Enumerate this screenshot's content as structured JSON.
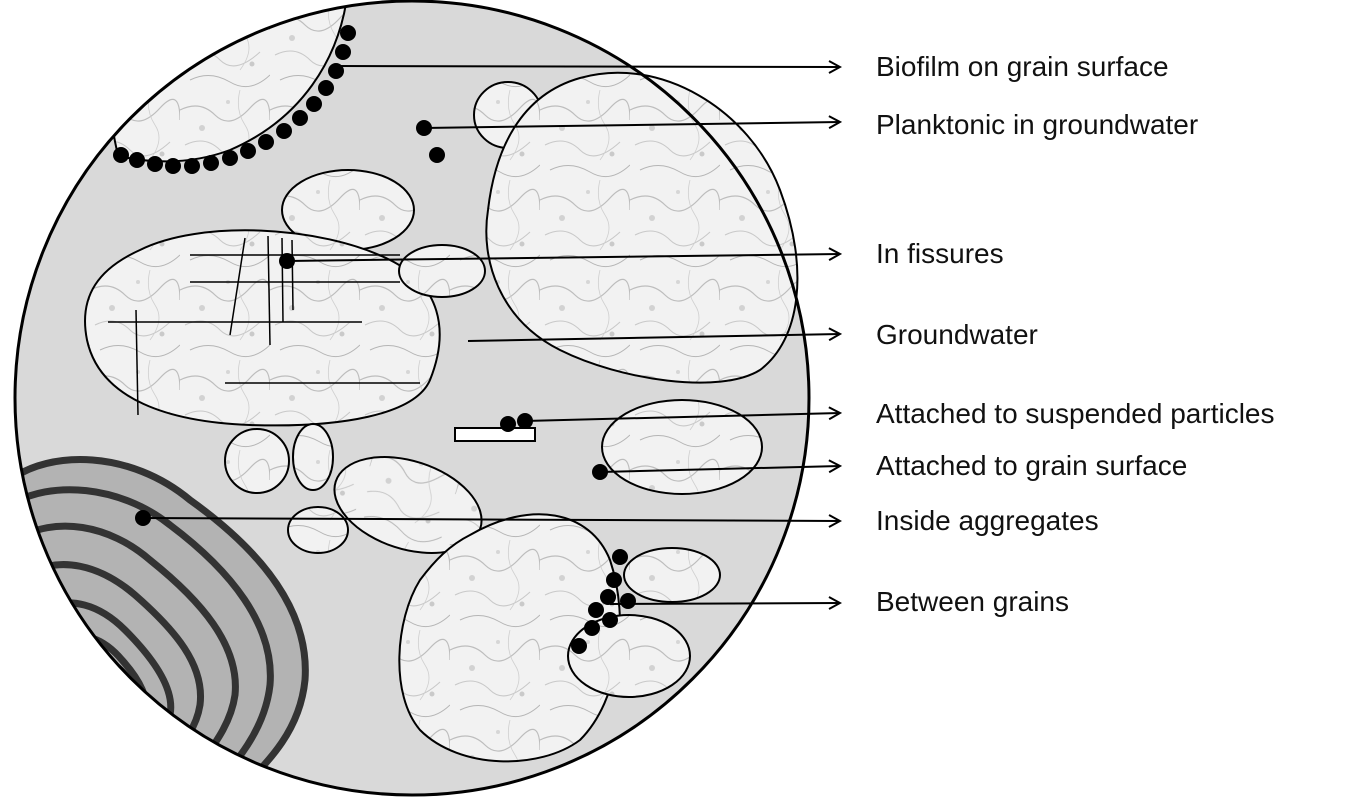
{
  "labels": {
    "biofilm": "Biofilm on grain surface",
    "planktonic": "Planktonic in groundwater",
    "fissures": "In fissures",
    "groundwater": "Groundwater",
    "suspended": "Attached to suspended particles",
    "grain_surface": "Attached to grain surface",
    "aggregates": "Inside aggregates",
    "between": "Between grains"
  },
  "colors": {
    "background_water": "#d9d9d9",
    "grain_fill": "#f0f0f0",
    "aggregate_fill": "#b3b3b3",
    "aggregate_stroke": "#333333",
    "outline": "#000000"
  }
}
